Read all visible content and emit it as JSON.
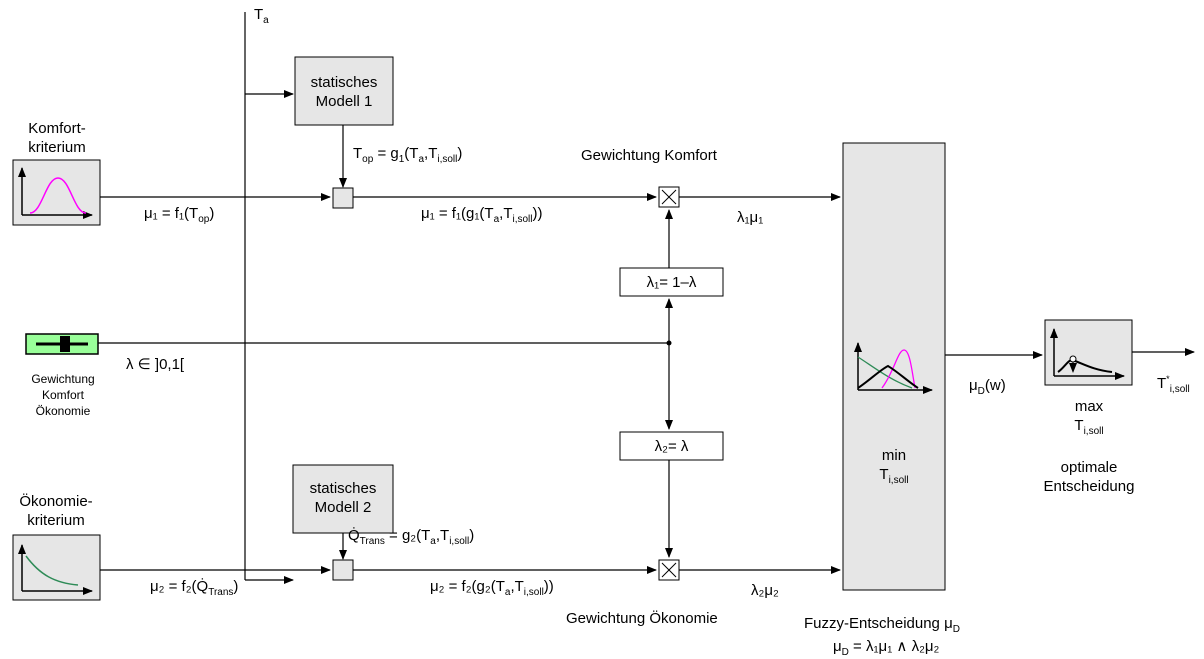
{
  "inputs": {
    "ta": "T",
    "ta_sub": "a"
  },
  "static_model_1": {
    "line1": "statisches",
    "line2": "Modell 1"
  },
  "static_model_2": {
    "line1": "statisches",
    "line2": "Modell 2"
  },
  "comfort_criterion": {
    "line1": "Komfort-",
    "line2": "kriterium"
  },
  "economy_criterion": {
    "line1": "Ökonomie-",
    "line2": "kriterium"
  },
  "slider": {
    "line1": "Gewichtung",
    "line2": "Komfort",
    "line3": "Ökonomie",
    "lambda_range": "λ ∈ ]0,1["
  },
  "labels": {
    "t_op": "T",
    "t_op_sub": "op",
    "t_op_eq": " = g",
    "t_op_g_sub": "1",
    "t_op_args_1": "(T",
    "t_op_args_a": "a",
    "t_op_args_2": ",T",
    "t_op_args_i": "i,soll",
    "t_op_args_3": ")",
    "mu1_fop": "μ₁ = f₁(T",
    "mu1_fop_sub": "op",
    "mu1_fop_end": ")",
    "mu1_full": "μ₁ = f₁(g₁(T",
    "mu1_full_a": "a",
    "mu1_full_mid": ",T",
    "mu1_full_i": "i,soll",
    "mu1_full_end": "))",
    "q_trans": "Q̇",
    "q_trans_sub": "Trans",
    "q_trans_eq": " = g₂(T",
    "q_trans_a": "a",
    "q_trans_mid": ",T",
    "q_trans_i": "i,soll",
    "q_trans_end": ")",
    "mu2_fq": "μ₂ = f₂(Q̇",
    "mu2_fq_sub": "Trans",
    "mu2_fq_end": ")",
    "mu2_full": "μ₂ = f₂(g₂(T",
    "mu2_full_a": "a",
    "mu2_full_mid": ",T",
    "mu2_full_i": "i,soll",
    "mu2_full_end": "))",
    "weight_comfort": "Gewichtung Komfort",
    "weight_economy": "Gewichtung Ökonomie",
    "lambda1_mu1": "λ₁μ₁",
    "lambda2_mu2": "λ₂μ₂",
    "lambda1_box": "λ₁= 1–λ",
    "lambda2_box": "λ₂= λ",
    "muD_w": "μ",
    "muD_w_sub": "D",
    "muD_w_end": "(w)",
    "min": "min",
    "min_t": "T",
    "min_t_sub": "i,soll",
    "max": "max",
    "max_t": "T",
    "max_t_sub": "i,soll",
    "optimal_1": "optimale",
    "optimal_2": "Entscheidung",
    "output_t": "T",
    "output_t_sup": "*",
    "output_t_sub": "i,soll",
    "fuzzy_decision": "Fuzzy-Entscheidung μ",
    "fuzzy_decision_sub": "D",
    "fuzzy_formula": "μ",
    "fuzzy_formula_sub": "D",
    "fuzzy_formula_rest": " = λ₁μ₁ ∧ λ₂μ₂"
  },
  "colors": {
    "block_fill": "#e6e6e6",
    "comfort_curve": "#ff00ff",
    "economy_curve": "#2e8b57",
    "slider_fill": "#99ff99",
    "decision_curve": "#000000"
  }
}
